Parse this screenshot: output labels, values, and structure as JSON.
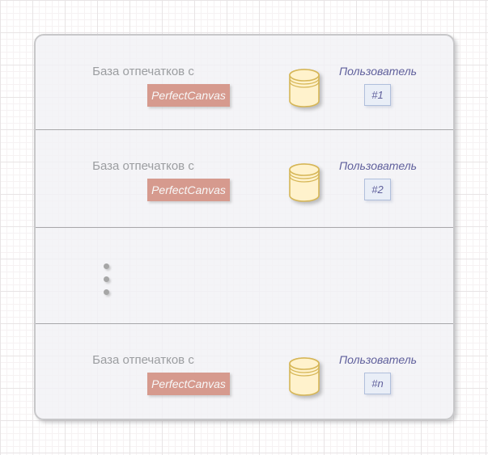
{
  "colors": {
    "grid_minor": "#f6f2f3",
    "grid_major": "#e8e4e5",
    "frame_bg": "rgba(242,242,245,0.82)",
    "frame_border": "#c7c7c9",
    "divider": "#a8a8aa",
    "label_text": "#9b9da0",
    "badge_bg": "#d69a8e",
    "badge_text": "#f8f8f8",
    "db_fill": "#fff2cc",
    "db_stroke": "#d6b656",
    "user_box_fill": "#e9eef7",
    "user_box_border": "#b0bfdc",
    "user_text": "#60609c",
    "dot": "#a6a6a6"
  },
  "diagram": {
    "rows": [
      {
        "label": "База отпечатков с",
        "badge": "PerfectCanvas",
        "icon": "database-icon",
        "user_label": "Пользователь",
        "user_id": "#1"
      },
      {
        "label": "База отпечатков с",
        "badge": "PerfectCanvas",
        "icon": "database-icon",
        "user_label": "Пользователь",
        "user_id": "#2"
      },
      {
        "type": "ellipsis",
        "icon": "vertical-ellipsis-icon",
        "dot_count": 3
      },
      {
        "label": "База отпечатков с",
        "badge": "PerfectCanvas",
        "icon": "database-icon",
        "user_label": "Пользователь",
        "user_id": "#n"
      }
    ]
  }
}
